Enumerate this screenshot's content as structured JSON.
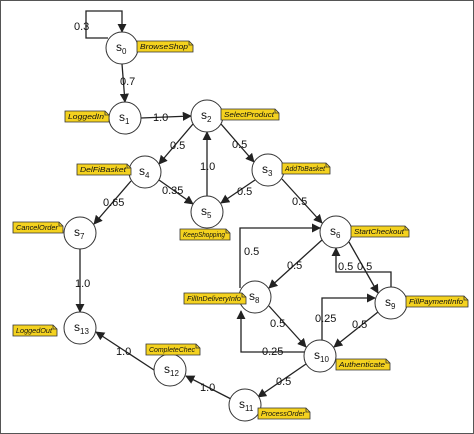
{
  "colors": {
    "note_fill": "#f4d21f",
    "edge": "#222222",
    "node_stroke": "#333333"
  },
  "nodes": [
    {
      "id": "s0",
      "base": "s",
      "sub": "0",
      "note": "BrowseShop"
    },
    {
      "id": "s1",
      "base": "s",
      "sub": "1",
      "note": "LoggedIn"
    },
    {
      "id": "s2",
      "base": "s",
      "sub": "2",
      "note": "SelectProduct"
    },
    {
      "id": "s3",
      "base": "s",
      "sub": "3",
      "note": "AddToBasket"
    },
    {
      "id": "s4",
      "base": "s",
      "sub": "4",
      "note": "DelFiBasket"
    },
    {
      "id": "s5",
      "base": "s",
      "sub": "5",
      "note": "KeepShopping"
    },
    {
      "id": "s6",
      "base": "s",
      "sub": "6",
      "note": "StartCheckout"
    },
    {
      "id": "s7",
      "base": "s",
      "sub": "7",
      "note": "CancelOrder"
    },
    {
      "id": "s8",
      "base": "s",
      "sub": "8",
      "note": "FillInDeliveryInfo"
    },
    {
      "id": "s9",
      "base": "s",
      "sub": "9",
      "note": "FillPaymentInfo"
    },
    {
      "id": "s10",
      "base": "s",
      "sub": "10",
      "note": "Authenticate"
    },
    {
      "id": "s11",
      "base": "s",
      "sub": "11",
      "note": "ProcessOrder"
    },
    {
      "id": "s12",
      "base": "s",
      "sub": "12",
      "note": "CompleteChec"
    },
    {
      "id": "s13",
      "base": "s",
      "sub": "13",
      "note": "LoggedOut"
    }
  ],
  "edges": [
    {
      "id": "e-s0-s0",
      "from": "s0",
      "to": "s0",
      "prob": "0.3"
    },
    {
      "id": "e-s0-s1",
      "from": "s0",
      "to": "s1",
      "prob": "0.7"
    },
    {
      "id": "e-s1-s2",
      "from": "s1",
      "to": "s2",
      "prob": "1.0"
    },
    {
      "id": "e-s2-s4",
      "from": "s2",
      "to": "s4",
      "prob": "0.5"
    },
    {
      "id": "e-s2-s3",
      "from": "s2",
      "to": "s3",
      "prob": "0.5"
    },
    {
      "id": "e-s4-s5",
      "from": "s4",
      "to": "s5",
      "prob": "0.35"
    },
    {
      "id": "e-s3-s5",
      "from": "s3",
      "to": "s5",
      "prob": "0.5"
    },
    {
      "id": "e-s5-s2",
      "from": "s5",
      "to": "s2",
      "prob": "1.0"
    },
    {
      "id": "e-s4-s7",
      "from": "s4",
      "to": "s7",
      "prob": "0.65"
    },
    {
      "id": "e-s3-s6",
      "from": "s3",
      "to": "s6",
      "prob": "0.5"
    },
    {
      "id": "e-s7-s13",
      "from": "s7",
      "to": "s13",
      "prob": "1.0"
    },
    {
      "id": "e-s8-s6",
      "from": "s8",
      "to": "s6",
      "prob": "0.5"
    },
    {
      "id": "e-s6-s8",
      "from": "s6",
      "to": "s8",
      "prob": "0.5"
    },
    {
      "id": "e-s6-s9",
      "from": "s6",
      "to": "s9",
      "prob": "0.5"
    },
    {
      "id": "e-s9-s6",
      "from": "s9",
      "to": "s6",
      "prob": "0.5"
    },
    {
      "id": "e-s8-s10",
      "from": "s8",
      "to": "s10",
      "prob": "0.5"
    },
    {
      "id": "e-s10-s8",
      "from": "s10",
      "to": "s8",
      "prob": "0.25"
    },
    {
      "id": "e-s10-s9",
      "from": "s10",
      "to": "s9",
      "prob": "0.25"
    },
    {
      "id": "e-s9-s10",
      "from": "s9",
      "to": "s10",
      "prob": "0.5"
    },
    {
      "id": "e-s10-s11",
      "from": "s10",
      "to": "s11",
      "prob": "0.5"
    },
    {
      "id": "e-s11-s12",
      "from": "s11",
      "to": "s12",
      "prob": "1.0"
    },
    {
      "id": "e-s12-s13",
      "from": "s12",
      "to": "s13",
      "prob": "1.0"
    }
  ]
}
